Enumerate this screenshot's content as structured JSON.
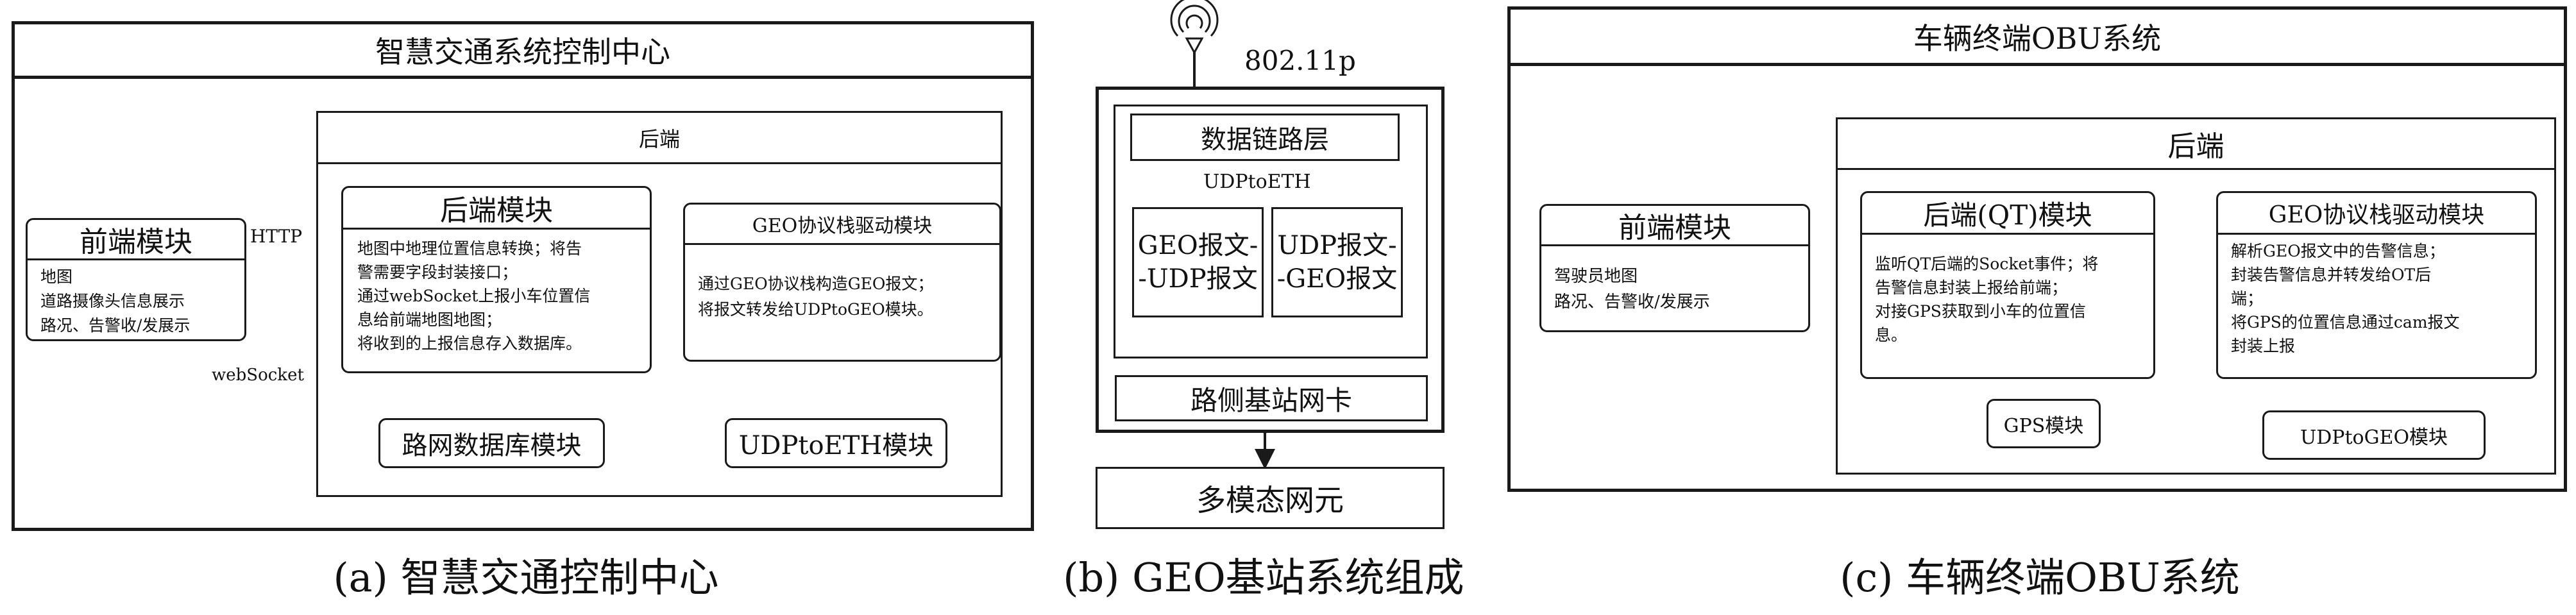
{
  "panel_a": {
    "title": "智慧交通系统控制中心",
    "backend": {
      "label": "后端",
      "module": {
        "title": "后端模块",
        "text": "地图中地理位置信息转换；将告\n警需要字段封装接口；\n通过webSocket上报小车位置信\n息给前端地图地图；\n将收到的上报信息存入数据库。"
      },
      "geo_driver": {
        "title": "GEO协议栈驱动模块",
        "text": "通过GEO协议栈构造GEO报文；\n将报文转发给UDPtoGEO模块。"
      },
      "db_module": "路网数据库模块",
      "udp_module": "UDPtoETH模块"
    },
    "frontend": {
      "title": "前端模块",
      "text": "地图\n道路摄像头信息展示\n路况、告警收/发展示"
    },
    "link_http": "HTTP",
    "link_websocket": "webSocket",
    "caption": "(a) 智慧交通控制中心"
  },
  "panel_b": {
    "antenna_label": "802.11p",
    "data_link": "数据链路层",
    "udp_to_eth": "UDPtoETH",
    "geo_udp": "GEO报文-\n-UDP报文",
    "udp_geo": "UDP报文-\n-GEO报文",
    "nic": "路侧基站网卡",
    "multimodal": "多模态网元",
    "caption": "(b) GEO基站系统组成"
  },
  "panel_c": {
    "title": "车辆终端OBU系统",
    "backend": {
      "label": "后端",
      "qt_module": {
        "title": "后端(QT)模块",
        "text": "监听QT后端的Socket事件；将\n告警信息封装上报给前端；\n对接GPS获取到小车的位置信\n息。"
      },
      "geo_driver": {
        "title": "GEO协议栈驱动模块",
        "text": "解析GEO报文中的告警信息；\n封装告警信息并转发给OT后\n端；\n将GPS的位置信息通过cam报文\n封装上报"
      },
      "gps_module": "GPS模块",
      "udp_module": "UDPtoGEO模块"
    },
    "frontend": {
      "title": "前端模块",
      "text": "驾驶员地图\n路况、告警收/发展示"
    },
    "caption": "(c) 车辆终端OBU系统"
  }
}
